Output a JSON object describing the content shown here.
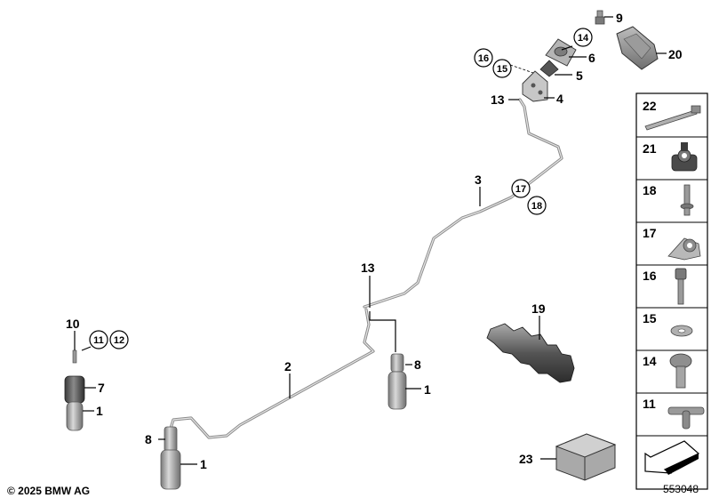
{
  "copyright": "© 2025 BMW AG",
  "diagram_id": "553048",
  "callouts": [
    {
      "key": "c9",
      "label": "9"
    },
    {
      "key": "c14",
      "label": "14",
      "circled": true
    },
    {
      "key": "c6",
      "label": "6"
    },
    {
      "key": "c20",
      "label": "20"
    },
    {
      "key": "c16",
      "label": "16",
      "circled": true
    },
    {
      "key": "c15",
      "label": "15",
      "circled": true
    },
    {
      "key": "c5",
      "label": "5"
    },
    {
      "key": "c4",
      "label": "4"
    },
    {
      "key": "c13a",
      "label": "13"
    },
    {
      "key": "c3",
      "label": "3"
    },
    {
      "key": "c17",
      "label": "17",
      "circled": true
    },
    {
      "key": "c18",
      "label": "18",
      "circled": true
    },
    {
      "key": "c13b",
      "label": "13"
    },
    {
      "key": "c19",
      "label": "19"
    },
    {
      "key": "c8a",
      "label": "8"
    },
    {
      "key": "c1a",
      "label": "1"
    },
    {
      "key": "c2",
      "label": "2"
    },
    {
      "key": "c10",
      "label": "10"
    },
    {
      "key": "c11",
      "label": "11",
      "circled": true
    },
    {
      "key": "c12",
      "label": "12",
      "circled": true
    },
    {
      "key": "c7",
      "label": "7"
    },
    {
      "key": "c1b",
      "label": "1"
    },
    {
      "key": "c8b",
      "label": "8"
    },
    {
      "key": "c1c",
      "label": "1"
    },
    {
      "key": "c23",
      "label": "23"
    }
  ],
  "legend": [
    {
      "label": "22",
      "part": "cable-tie"
    },
    {
      "label": "21",
      "part": "pipe-clamp"
    },
    {
      "label": "18",
      "part": "push-rivet"
    },
    {
      "label": "17",
      "part": "clip-holder"
    },
    {
      "label": "16",
      "part": "socket-head-screw"
    },
    {
      "label": "15",
      "part": "washer"
    },
    {
      "label": "14",
      "part": "flange-bolt"
    },
    {
      "label": "11",
      "part": "t-connector"
    },
    {
      "label": "",
      "part": "arrow-symbol"
    }
  ]
}
